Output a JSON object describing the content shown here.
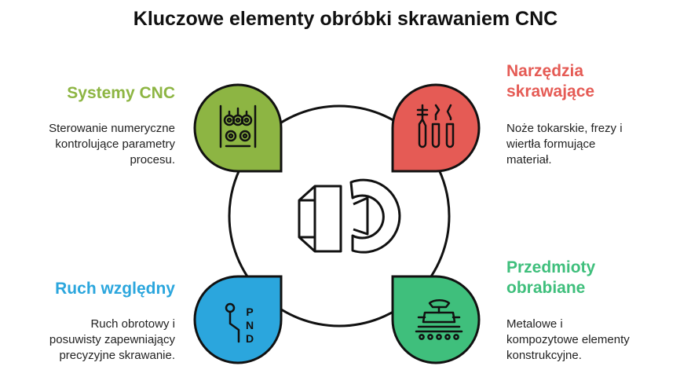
{
  "title": "Kluczowe elementy obróbki skrawaniem CNC",
  "colors": {
    "green": "#8db543",
    "red": "#e55b55",
    "blue": "#2ba6dd",
    "teal": "#3fbf7c",
    "line": "#111111"
  },
  "icons": {
    "center": "wrench-icon",
    "top_left": "cnc-control-icon",
    "top_right": "cutting-tools-icon",
    "bottom_left": "gear-shift-icon",
    "bottom_right": "workpiece-icon"
  },
  "sections": {
    "cnc_systems": {
      "heading": "Systemy CNC",
      "description_lines": [
        "Sterowanie numeryczne",
        "kontrolujące parametry",
        "procesu."
      ]
    },
    "cutting_tools": {
      "heading_lines": [
        "Narzędzia",
        "skrawające"
      ],
      "description_lines": [
        "Noże tokarskie, frezy i",
        "wiertła formujące",
        "materiał."
      ]
    },
    "relative_motion": {
      "heading": "Ruch względny",
      "description_lines": [
        "Ruch obrotowy i",
        "posuwisty zapewniający",
        "precyzyjne skrawanie."
      ]
    },
    "workpieces": {
      "heading_lines": [
        "Przedmioty",
        "obrabiane"
      ],
      "description_lines": [
        "Metalowe i",
        "kompozytowe elementy",
        "konstrukcyjne."
      ]
    }
  },
  "gear_letters": [
    "P",
    "N",
    "D"
  ]
}
